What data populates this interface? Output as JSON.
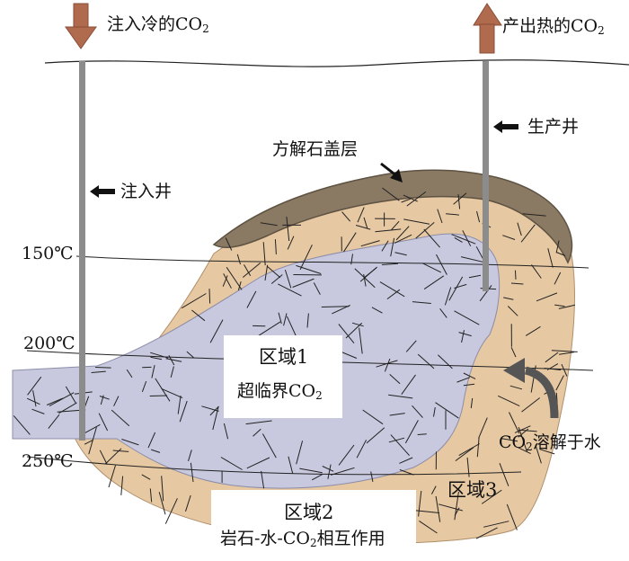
{
  "top": {
    "inject_label": "注入冷的CO",
    "inject_sub": "2",
    "produce_label": "产出热的CO",
    "produce_sub": "2"
  },
  "wells": {
    "injection_label": "注入井",
    "production_label": "生产井"
  },
  "caprock_label": "方解石盖层",
  "isotherms": [
    "150℃",
    "200℃",
    "250℃"
  ],
  "zone1": {
    "title": "区域1",
    "desc_main": "超临界CO",
    "desc_sub": "2"
  },
  "zone2": {
    "title": "区域2",
    "desc_pre": "岩石-水-CO",
    "desc_sub": "2",
    "desc_post": "相互作用"
  },
  "zone3": {
    "title": "区域3"
  },
  "dissolve": {
    "pre": "CO",
    "sub": "2",
    "post": "溶解于水"
  },
  "colors": {
    "caprock": "#8a7a63",
    "reservoir": "#e6c8a2",
    "co2_plume": "#c8c9df",
    "well": "#8c8c8c",
    "arrow": "#b06a4e",
    "curved_arrow": "#555555"
  }
}
